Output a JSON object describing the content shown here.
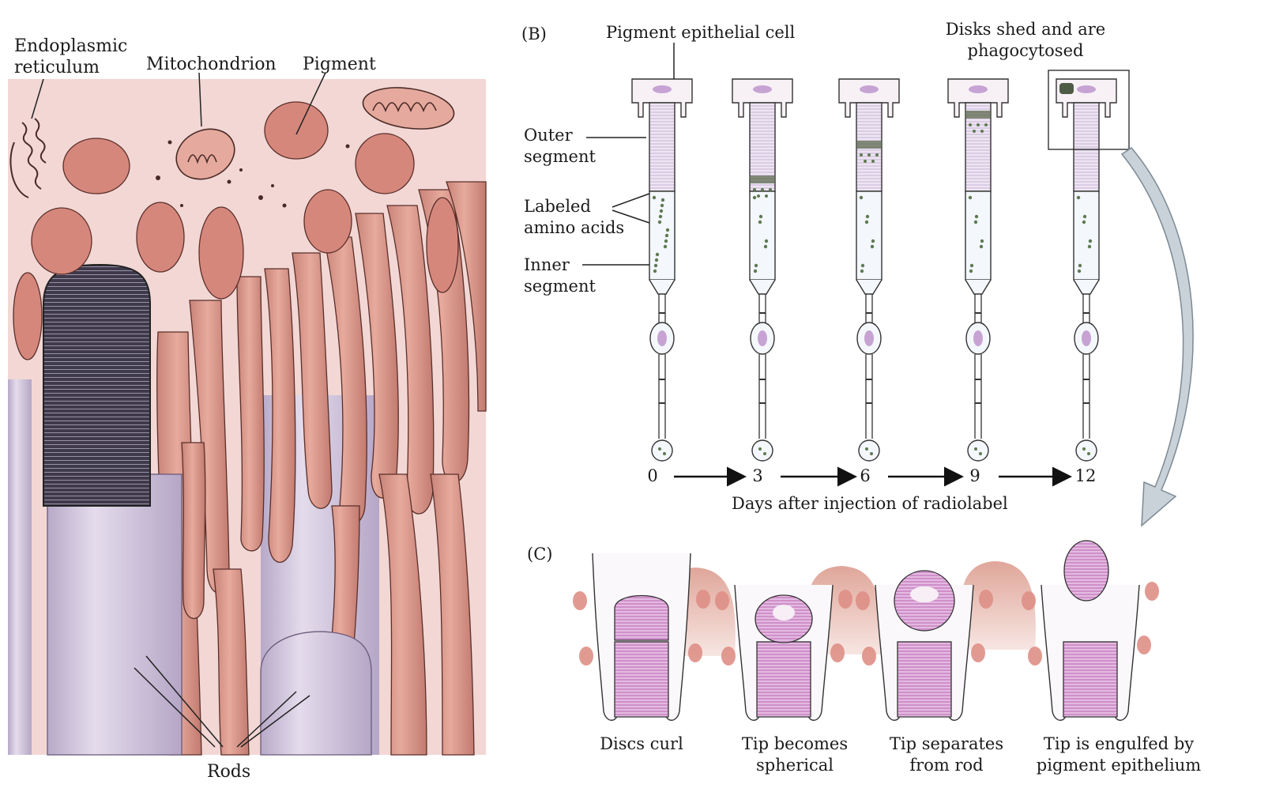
{
  "panel_a": {
    "labels": {
      "er_line1": "Endoplasmic",
      "er_line2": "reticulum",
      "mitochondrion": "Mitochondrion",
      "pigment": "Pigment",
      "rods": "Rods"
    },
    "colors": {
      "rpe_background": "#f1d6d3",
      "processes": "#d99486",
      "rod": "#d6cbe0",
      "disks": "#3d3747"
    }
  },
  "panel_b": {
    "letter": "(B)",
    "labels": {
      "pigment_epithelial_cell": "Pigment epithelial cell",
      "disks_shed_line1": "Disks shed and are",
      "disks_shed_line2": "phagocytosed",
      "outer_line1": "Outer",
      "outer_line2": "segment",
      "labeled_line1": "Labeled",
      "labeled_line2": "amino acids",
      "inner_line1": "Inner",
      "inner_line2": "segment"
    },
    "timeline": {
      "days": [
        "0",
        "3",
        "6",
        "9",
        "12"
      ],
      "caption": "Days after injection of radiolabel"
    },
    "colors": {
      "outer_segment": "#e6d7ec",
      "inner_segment": "#f4f7fb",
      "nucleus": "#c7a3d4",
      "label_dot": "#5e7a53"
    }
  },
  "panel_c": {
    "letter": "(C)",
    "stages": [
      {
        "line1": "Discs curl",
        "line2": ""
      },
      {
        "line1": "Tip becomes",
        "line2": "spherical"
      },
      {
        "line1": "Tip separates",
        "line2": "from rod"
      },
      {
        "line1": "Tip is engulfed by",
        "line2": "pigment epithelium"
      }
    ],
    "colors": {
      "disk_stack": "#d8a9d4",
      "epithelium": "#e3ab9f",
      "granule": "#de8f86"
    }
  }
}
